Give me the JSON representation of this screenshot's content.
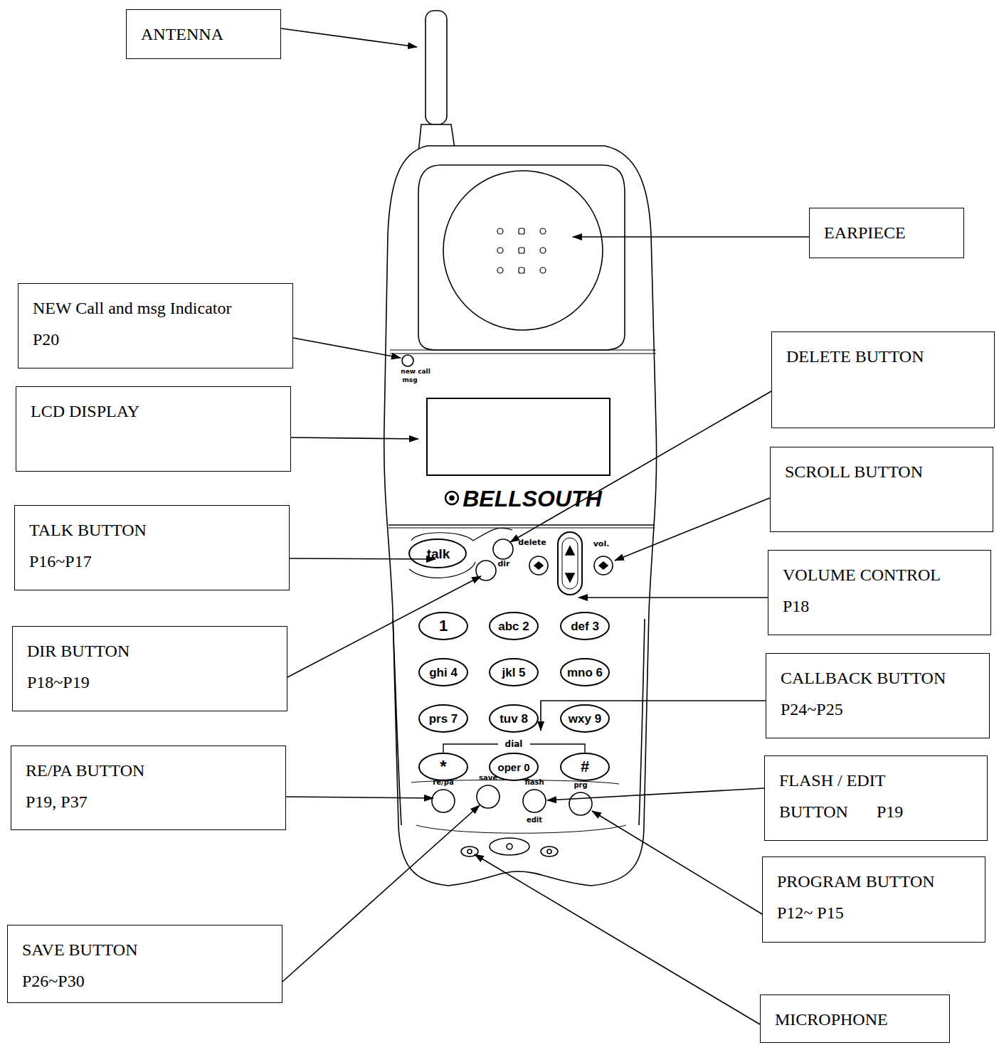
{
  "diagram": {
    "nodes": [
      {
        "text": [
          "ANTENNA"
        ]
      },
      {
        "text": [
          "EARPIECE"
        ]
      },
      {
        "text": [
          "NEW Call and msg Indicator",
          "P20"
        ]
      },
      {
        "text": [
          "DELETE BUTTON"
        ]
      },
      {
        "text": [
          "LCD DISPLAY"
        ]
      },
      {
        "text": [
          "SCROLL BUTTON"
        ]
      },
      {
        "text": [
          "TALK BUTTON",
          "P16~P17"
        ]
      },
      {
        "text": [
          "VOLUME CONTROL",
          "P18"
        ]
      },
      {
        "text": [
          "DIR BUTTON",
          "P18~P19"
        ]
      },
      {
        "text": [
          "CALLBACK BUTTON",
          "P24~P25"
        ]
      },
      {
        "text": [
          "RE/PA BUTTON",
          "P19, P37"
        ]
      },
      {
        "text": [
          "FLASH / EDIT BUTTON",
          "P19"
        ]
      },
      {
        "text": [
          "PROGRAM BUTTON",
          "P12~ P15"
        ]
      },
      {
        "text": [
          "SAVE BUTTON",
          "P26~P30"
        ]
      },
      {
        "text": [
          "MICROPHONE"
        ]
      }
    ],
    "labels": [
      "new call",
      "msg",
      "BELLSOUTH",
      "talk",
      "delete",
      "vol.",
      "dir",
      "1",
      "abc 2",
      "def 3",
      "ghi 4",
      "jkl 5",
      "mno 6",
      "prs 7",
      "tuv 8",
      "wxy 9",
      "dial",
      "*",
      "oper 0",
      "#",
      "re/pa",
      "save",
      "flash",
      "prg",
      "edit"
    ]
  }
}
